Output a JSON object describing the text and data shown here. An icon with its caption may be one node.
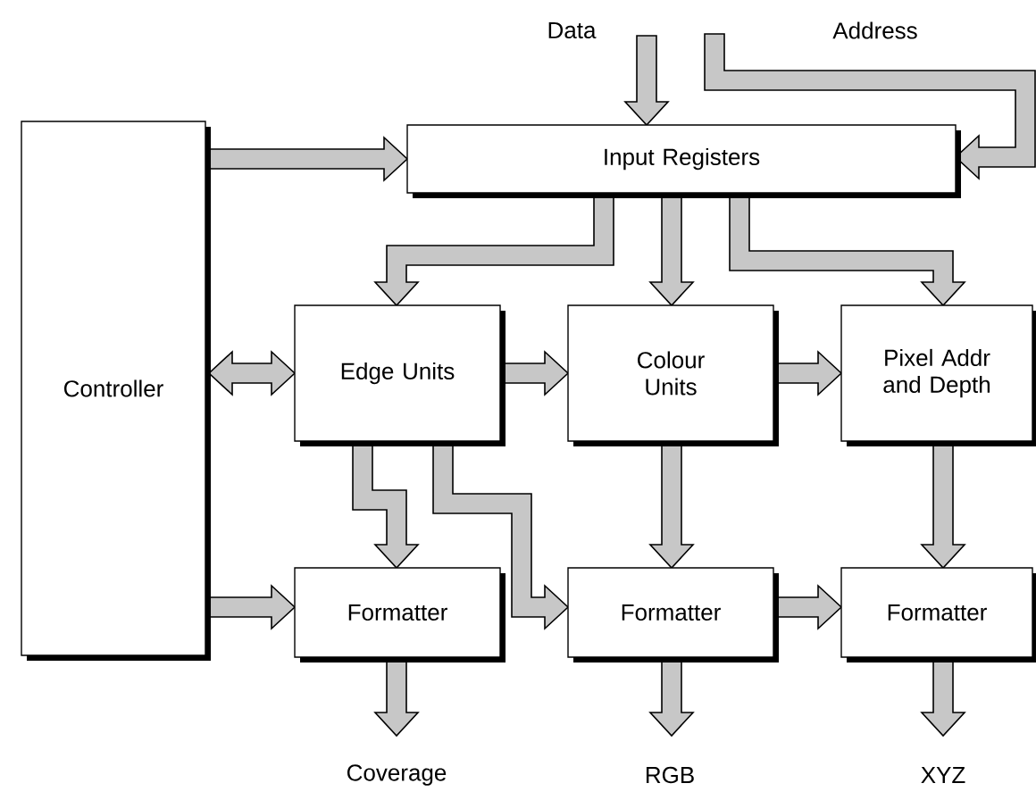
{
  "diagram": {
    "nodes": [
      {
        "text": [
          "Data"
        ]
      },
      {
        "text": [
          "Address"
        ]
      },
      {
        "text": [
          "Controller"
        ]
      },
      {
        "text": [
          "Input Registers"
        ]
      },
      {
        "text": [
          "Edge Units"
        ]
      },
      {
        "text": [
          "Colour Units"
        ]
      },
      {
        "text": [
          "Pixel Addr and Depth"
        ]
      },
      {
        "text": [
          "Formatter"
        ]
      },
      {
        "text": [
          "Formatter"
        ]
      },
      {
        "text": [
          "Formatter"
        ]
      },
      {
        "text": [
          "Coverage"
        ]
      },
      {
        "text": [
          "RGB"
        ]
      },
      {
        "text": [
          "XYZ"
        ]
      }
    ],
    "edges": [
      {
        "from": 0,
        "to": 3,
        "arrow": "to"
      },
      {
        "from": 1,
        "to": 3,
        "arrow": "to"
      },
      {
        "from": 2,
        "to": 3,
        "arrow": "to"
      },
      {
        "from": 3,
        "to": 4,
        "arrow": "to"
      },
      {
        "from": 3,
        "to": 5,
        "arrow": "to"
      },
      {
        "from": 3,
        "to": 6,
        "arrow": "to"
      },
      {
        "from": 2,
        "to": 4,
        "arrow": "both"
      },
      {
        "from": 4,
        "to": 5,
        "arrow": "to"
      },
      {
        "from": 5,
        "to": 6,
        "arrow": "to"
      },
      {
        "from": 4,
        "to": 7,
        "arrow": "to"
      },
      {
        "from": 4,
        "to": 8,
        "arrow": "to"
      },
      {
        "from": 5,
        "to": 8,
        "arrow": "to"
      },
      {
        "from": 6,
        "to": 9,
        "arrow": "to"
      },
      {
        "from": 2,
        "to": 7,
        "arrow": "to"
      },
      {
        "from": 8,
        "to": 9,
        "arrow": "to"
      },
      {
        "from": 7,
        "to": 10,
        "arrow": "to"
      },
      {
        "from": 8,
        "to": 11,
        "arrow": "to"
      },
      {
        "from": 9,
        "to": 12,
        "arrow": "to"
      }
    ]
  }
}
